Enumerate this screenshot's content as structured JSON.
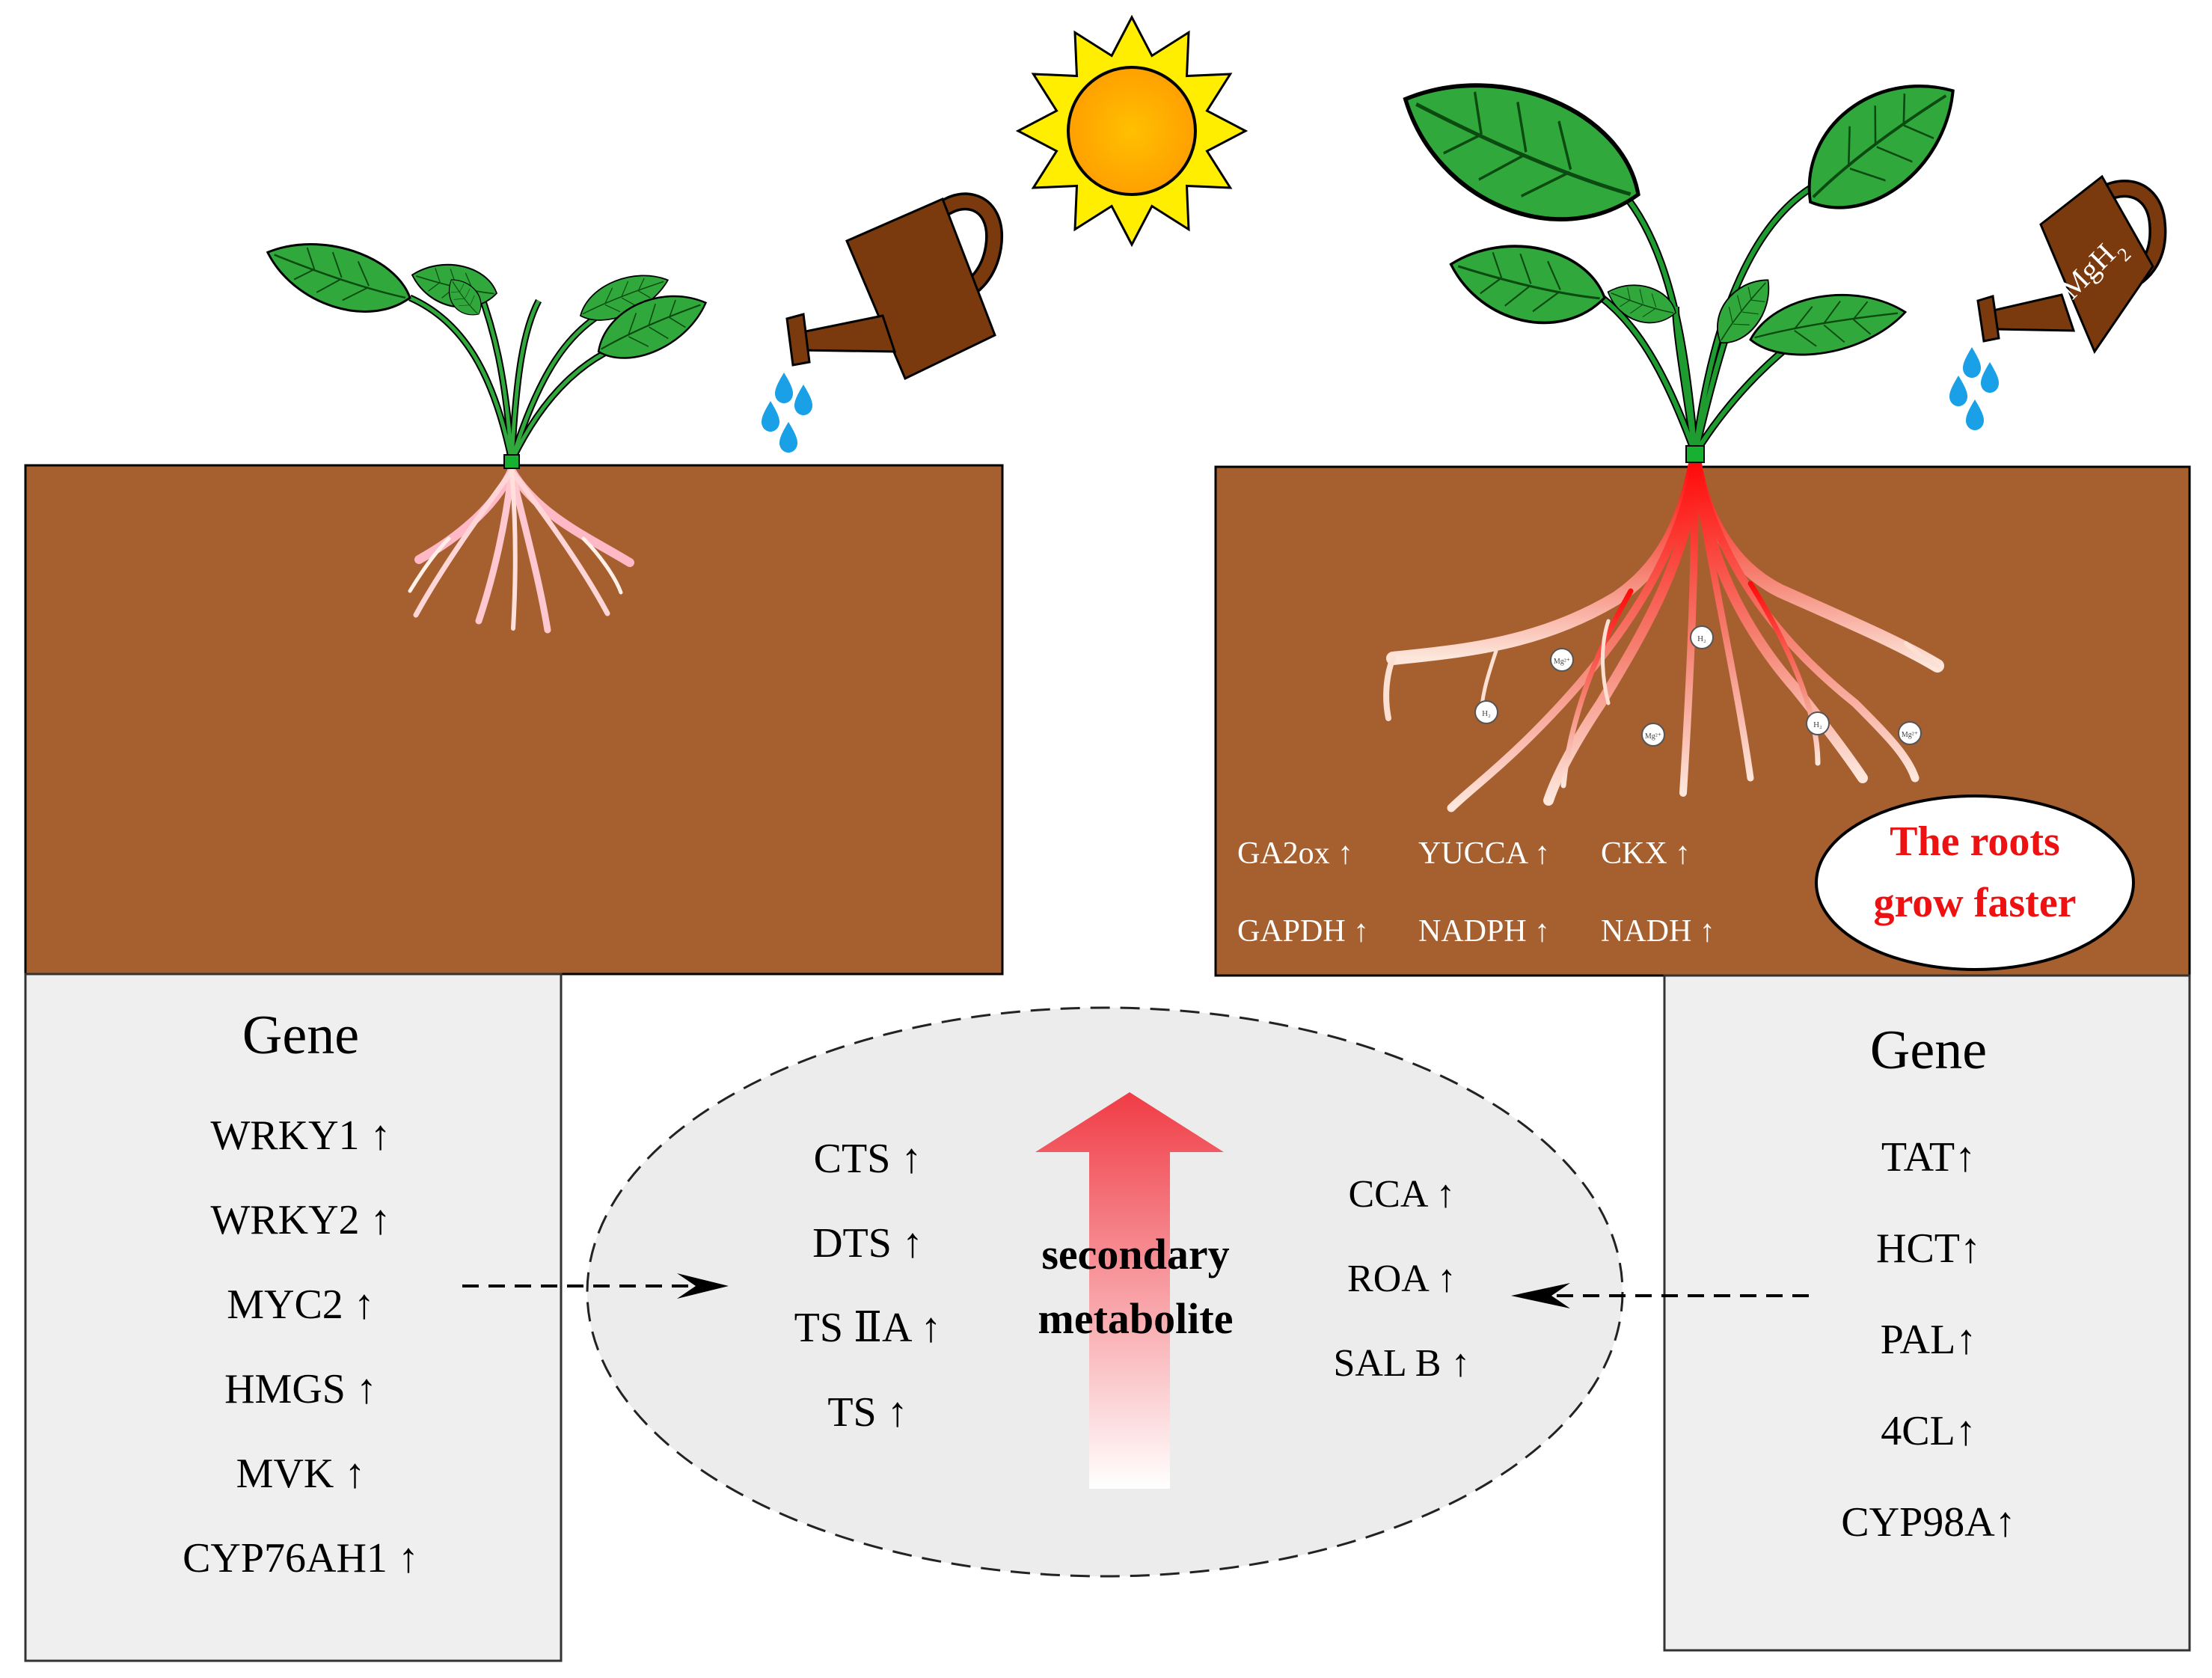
{
  "left_gene_box": {
    "title": "Gene",
    "genes": [
      "WRKY1 ↑",
      "WRKY2 ↑",
      "MYC2 ↑",
      "HMGS ↑",
      "MVK ↑",
      "CYP76AH1 ↑"
    ]
  },
  "right_gene_box": {
    "title": "Gene",
    "genes": [
      "TAT↑",
      "HCT↑",
      "PAL↑",
      "4CL↑",
      "CYP98A↑"
    ]
  },
  "center_ellipse": {
    "left_metabolites": [
      "CTS ↑",
      "DTS ↑",
      "TS ⅡA ↑",
      "TS ↑"
    ],
    "right_metabolites": [
      "CCA ↑",
      "ROA ↑",
      "SAL B ↑"
    ],
    "arrow_label_line1": "secondary",
    "arrow_label_line2": "metabolite"
  },
  "soil_right": {
    "genes_row1": [
      "GA2ox ↑",
      "YUCCA ↑",
      "CKX ↑"
    ],
    "genes_row2": [
      "GAPDH ↑",
      "NADPH ↑",
      "NADH ↑"
    ],
    "callout_line1": "The roots",
    "callout_line2": "grow faster",
    "particles": [
      "H₂",
      "Mg²⁺",
      "H₂",
      "Mg²⁺",
      "H₂",
      "Mg²⁺"
    ]
  },
  "watering_can_right": {
    "label_main": "MgH",
    "label_sub": "2"
  },
  "colors": {
    "soil": "#a66030",
    "gene_box": "#efefef",
    "ellipse": "#ececec",
    "leaf": "#2fa33a",
    "can": "#7a3a0e",
    "sun_rays": "#ffee00",
    "sun_core": "#ffb000",
    "water": "#19a0e6",
    "callout_text": "#ee1111"
  }
}
